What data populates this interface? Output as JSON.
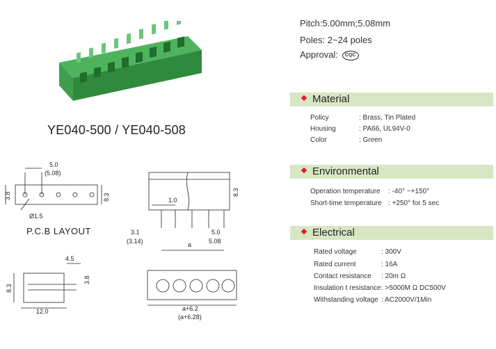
{
  "specs": {
    "pitch": "Pitch:5.00mm;5.08mm",
    "poles": "Poles: 2~24 poles",
    "approval_label": "Approval:",
    "approval_mark": "CQC"
  },
  "model": "YE040-500 / YE040-508",
  "pcb_layout_label": "P.C.B   LAYOUT",
  "colors": {
    "product_green": "#3a9a4a",
    "section_bar": "#d9e6c4",
    "bullet": "#e21b2a"
  },
  "sections": {
    "material": {
      "title": "Material",
      "rows": [
        {
          "label": "Policy",
          "value": ": Brass, Tin  Plated"
        },
        {
          "label": "Housing",
          "value": ": PA66, UL94V-0"
        },
        {
          "label": "Color",
          "value": ": Green"
        }
      ]
    },
    "environmental": {
      "title": "Environmental",
      "rows": [
        {
          "label": "Operation temperature",
          "value": ": -40°  ~+150°"
        },
        {
          "label": "Short-time   temperature",
          "value": ": +250°   for 5 sec"
        }
      ]
    },
    "electrical": {
      "title": "Electrical",
      "rows": [
        {
          "label": "Rated  voltage",
          "value": ":  300V"
        },
        {
          "label": "Rated   current",
          "value": ":  16A"
        },
        {
          "label": "Contact   resistance",
          "value": ":  20m Ω"
        },
        {
          "label": "Insulation t  resistance",
          "value": ": >5000M Ω   DC500V"
        },
        {
          "label": "Withstanding  voltage",
          "value": ": AC2000V/1Min"
        }
      ]
    }
  },
  "dims": {
    "pitch_500": "5.0",
    "pitch_508": "(5.08)",
    "height_38": "3.8",
    "height_83": "8.3",
    "hole": "Ø1.5",
    "w_10": "1.0",
    "pin_31": "3.1",
    "pin_314": "(3.14)",
    "a": "a",
    "p_50": "5.0",
    "p_508": "5.08",
    "w_45": "4.5",
    "h_38b": "3.8",
    "h_83b": "8.3",
    "w_120": "12.0",
    "a62": "a+6.2",
    "a628": "(a+6.28)"
  }
}
